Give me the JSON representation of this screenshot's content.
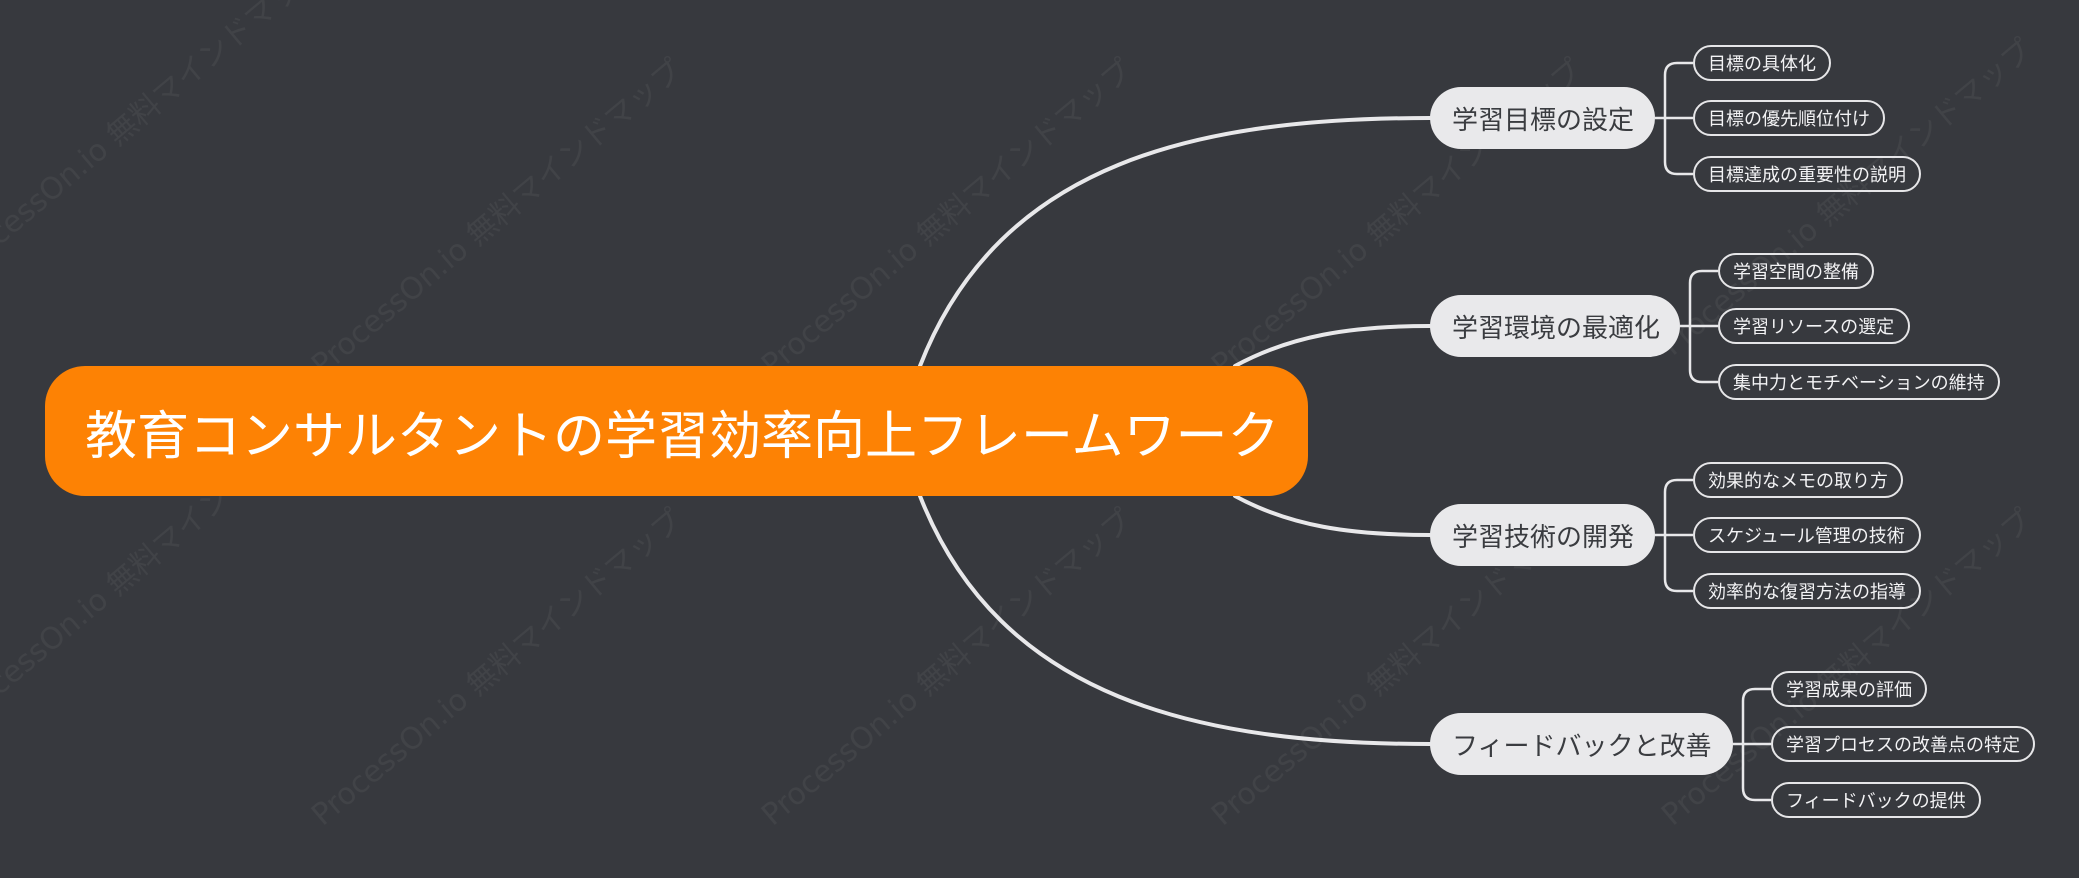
{
  "mindmap": {
    "root": "教育コンサルタントの学習効率向上フレームワーク",
    "branches": [
      {
        "label": "学習目標の設定",
        "children": [
          "目標の具体化",
          "目標の優先順位付け",
          "目標達成の重要性の説明"
        ]
      },
      {
        "label": "学習環境の最適化",
        "children": [
          "学習空間の整備",
          "学習リソースの選定",
          "集中力とモチベーションの維持"
        ]
      },
      {
        "label": "学習技術の開発",
        "children": [
          "効果的なメモの取り方",
          "スケジュール管理の技術",
          "効率的な復習方法の指導"
        ]
      },
      {
        "label": "フィードバックと改善",
        "children": [
          "学習成果の評価",
          "学習プロセスの改善点の特定",
          "フィードバックの提供"
        ]
      }
    ]
  },
  "watermark": "ProcessOn.io 無料マインドマップ",
  "colors": {
    "background": "#37393e",
    "root_fill": "#fd8204",
    "branch_fill": "#e9e9eb",
    "connector": "#e8e8ea",
    "leaf_border": "#e6e6e8"
  }
}
